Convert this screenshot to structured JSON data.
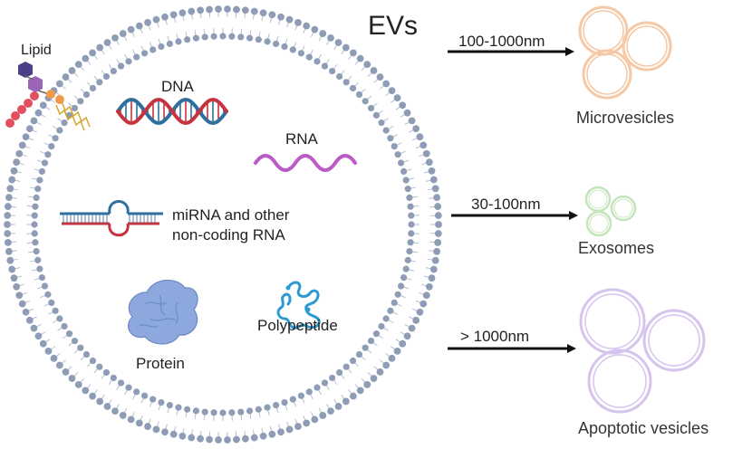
{
  "diagram": {
    "title": "EVs",
    "cargo": {
      "lipid": "Lipid",
      "dna": "DNA",
      "rna": "RNA",
      "mirna_line1": "miRNA and other",
      "mirna_line2": "non-coding RNA",
      "protein": "Protein",
      "polypeptide": "Polypeptide"
    },
    "vesicle_types": [
      {
        "size": "100-1000nm",
        "name": "Microvesicles",
        "color": "#f6c9a6"
      },
      {
        "size": "30-100nm",
        "name": "Exosomes",
        "color": "#c5e4bc"
      },
      {
        "size": "> 1000nm",
        "name": "Apoptotic vesicles",
        "color": "#d6c4ef"
      }
    ],
    "colors": {
      "membrane_head": "#8e9db5",
      "membrane_tail": "#b4bfcf",
      "dna_red": "#c6323e",
      "dna_blue": "#2e6f9e",
      "rna_purple": "#bb5cc6",
      "protein_blue": "#8da8dd",
      "polypeptide_blue": "#2a9ad1",
      "lipid_head_dark": "#4b3f86",
      "lipid_head_purple": "#9b66b7",
      "lipid_chain_red": "#e0505e",
      "lipid_orange": "#f2994a"
    }
  }
}
